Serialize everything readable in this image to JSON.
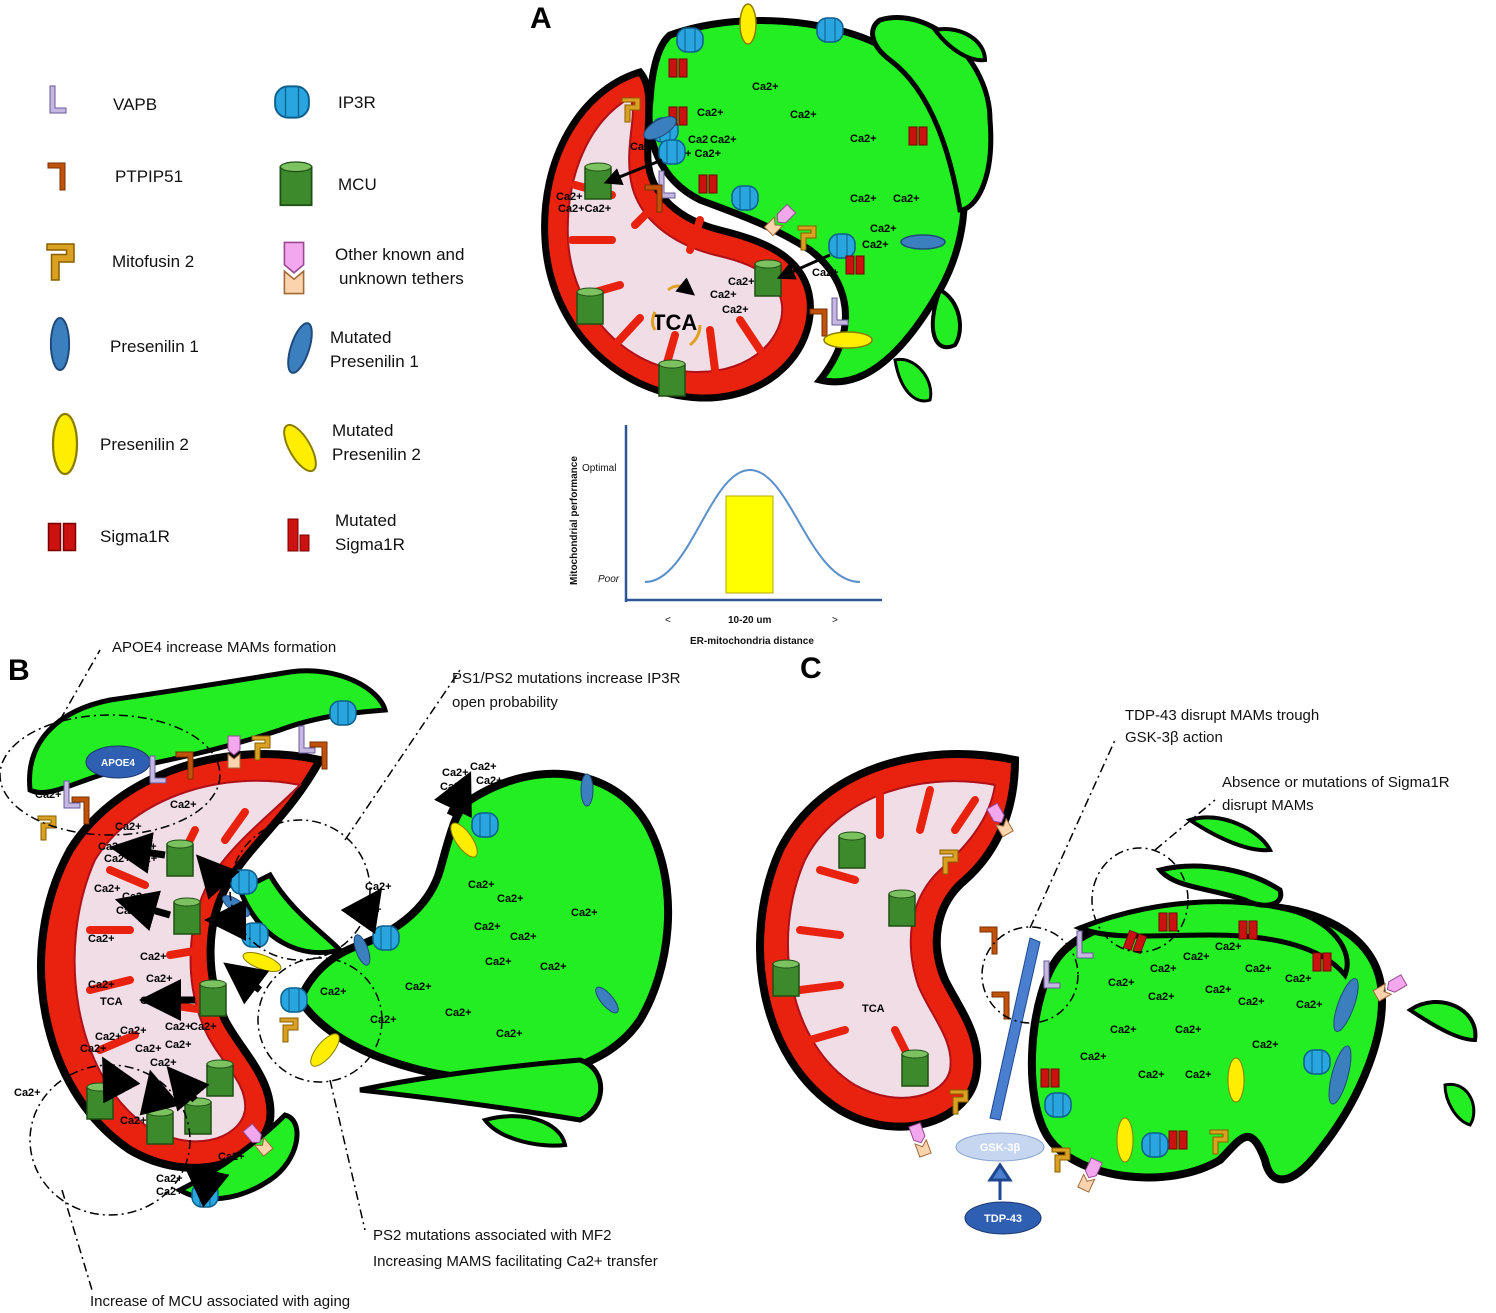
{
  "panels": {
    "a": "A",
    "b": "B",
    "c": "C"
  },
  "legend": [
    {
      "label": "VAPB",
      "icon": "vapb-icon"
    },
    {
      "label": "IP3R",
      "icon": "ip3r-icon"
    },
    {
      "label": "PTPIP51",
      "icon": "ptpip51-icon"
    },
    {
      "label": "MCU",
      "icon": "mcu-icon"
    },
    {
      "label": "Mitofusin 2",
      "icon": "mitofusin2-icon"
    },
    {
      "label": "Other known and",
      "label2": "unknown tethers",
      "icon": "tether-icon"
    },
    {
      "label": "Presenilin 1",
      "icon": "presenilin1-icon"
    },
    {
      "label": "Mutated",
      "label2": "Presenilin 1",
      "icon": "mutated-presenilin1-icon"
    },
    {
      "label": "Presenilin 2",
      "icon": "presenilin2-icon"
    },
    {
      "label": "Mutated",
      "label2": "Presenilin 2",
      "icon": "mutated-presenilin2-icon"
    },
    {
      "label": "Sigma1R",
      "icon": "sigma1r-icon"
    },
    {
      "label": "Mutated",
      "label2": "Sigma1R",
      "icon": "mutated-sigma1r-icon"
    }
  ],
  "labels": {
    "ca": "Ca2+",
    "ca_partial": "Ca2",
    "ca_plus": "+ Ca2+",
    "ca_double": "Ca2+Ca2+",
    "tca": "TCA",
    "apoe4": "APOE4",
    "gsk": "GSK-3β",
    "tdp": "TDP-43"
  },
  "annotations": {
    "b_apoe4": "APOE4 increase MAMs formation",
    "b_ps_1": "PS1/PS2 mutations increase IP3R",
    "b_ps_2": "open probability",
    "b_ps2_1": "PS2 mutations associated with MF2",
    "b_ps2_2": "Increasing MAMS facilitating Ca2+ transfer",
    "b_mcu": "Increase of MCU associated with aging",
    "c_tdp_1": "TDP-43 disrupt MAMs trough",
    "c_tdp_2": "GSK-3β action",
    "c_sig_1": "Absence or mutations of Sigma1R",
    "c_sig_2": "disrupt MAMs"
  },
  "chart_data": {
    "type": "area",
    "ylabel": "Mitochondrial performance",
    "xlabel": "ER-mitochondria distance",
    "y_ticks": [
      "Optimal",
      "Poor"
    ],
    "x_ticks": [
      "<",
      "10-20 um",
      ">"
    ],
    "highlight_range": "10-20 um",
    "colors": {
      "curve": "#5b8fc9",
      "highlight": "#ffff00",
      "axis": "#2f5597"
    }
  },
  "colors": {
    "er": "#22ee22",
    "mito_outer": "#e8220e",
    "matrix": "#f0dde5",
    "ip3r": "#29a6df",
    "sigma": "#cc1111"
  }
}
